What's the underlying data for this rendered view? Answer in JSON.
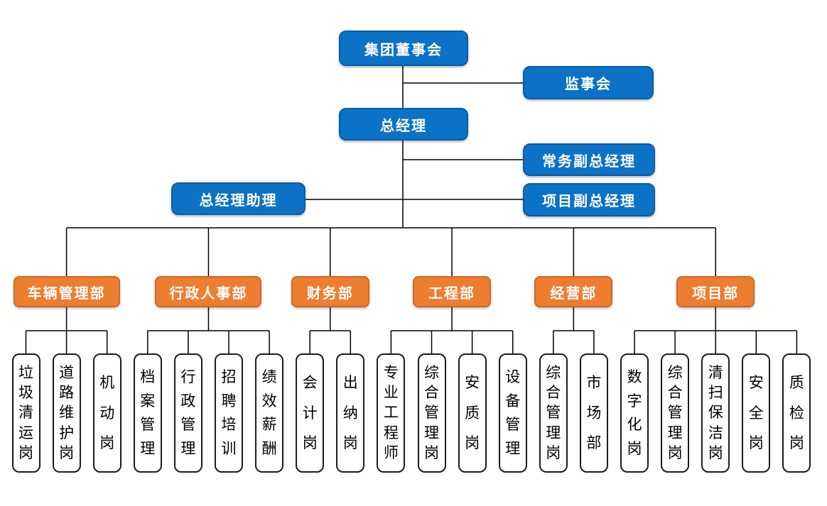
{
  "diagram": {
    "type": "org-chart",
    "colors": {
      "executive_fill": "#0B72C5",
      "executive_border": "#0A5CA8",
      "department_fill": "#ED7D31",
      "department_border": "#D26722",
      "position_fill": "#FFFFFF",
      "position_border": "#1C1C1C",
      "connector_line": "#000000",
      "text_light": "#FFFFFF",
      "text_dark": "#000000"
    },
    "executives": {
      "board": "集团董事会",
      "supervisory": "监事会",
      "general_manager": "总经理",
      "executive_deputy_gm": "常务副总经理",
      "gm_assistant": "总经理助理",
      "project_deputy_gm": "项目副总经理"
    },
    "departments": [
      {
        "label": "车辆管理部",
        "positions": [
          "垃圾清运岗",
          "道路维护岗",
          "机动岗"
        ]
      },
      {
        "label": "行政人事部",
        "positions": [
          "档案管理",
          "行政管理",
          "招聘培训",
          "绩效薪酬"
        ]
      },
      {
        "label": "财务部",
        "positions": [
          "会计岗",
          "出纳岗"
        ]
      },
      {
        "label": "工程部",
        "positions": [
          "专业工程师",
          "综合管理岗",
          "安质岗",
          "设备管理"
        ]
      },
      {
        "label": "经营部",
        "positions": [
          "综合管理岗",
          "市场部"
        ]
      },
      {
        "label": "项目部",
        "positions": [
          "数字化岗",
          "综合管理岗",
          "清扫保洁岗",
          "安全岗",
          "质检岗"
        ]
      }
    ]
  }
}
